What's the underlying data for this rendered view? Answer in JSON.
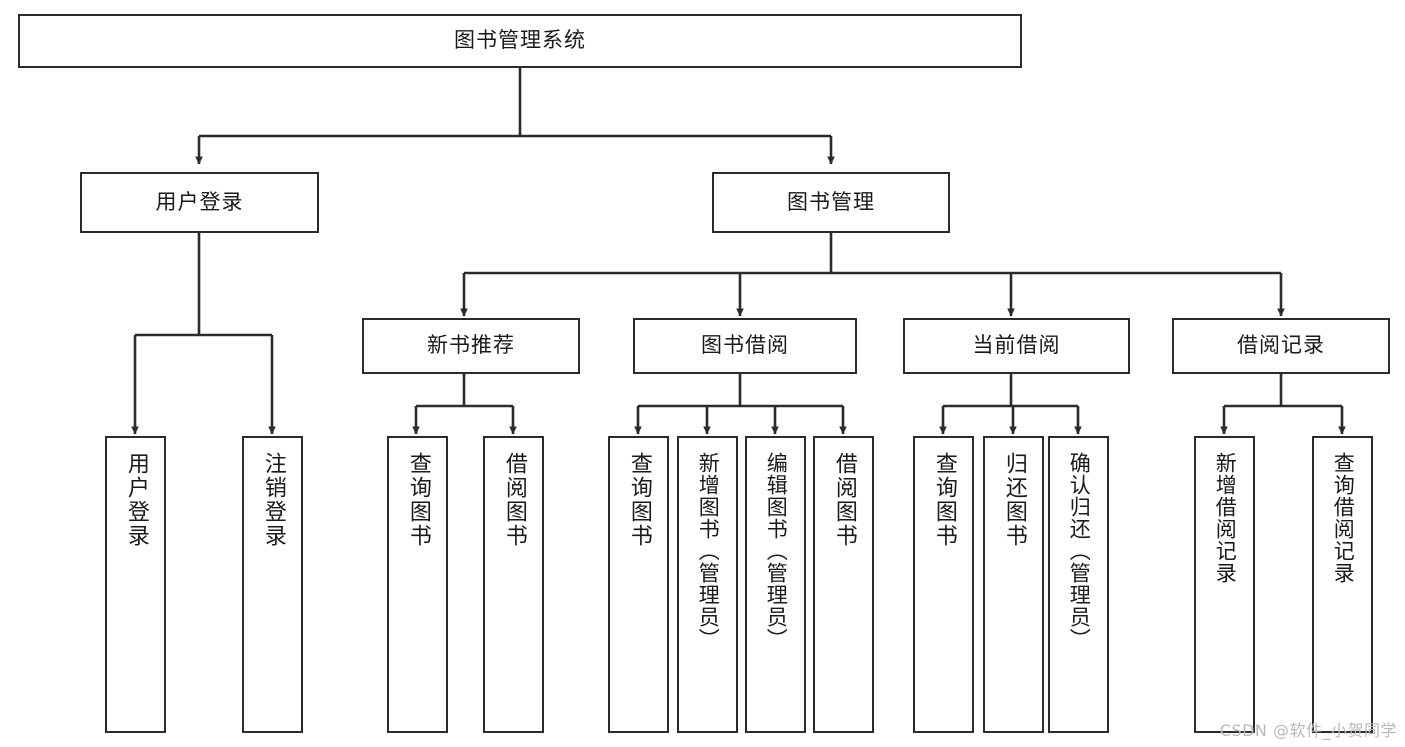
{
  "diagram": {
    "title": "图书管理系统",
    "type": "tree",
    "root": {
      "id": "root",
      "label": "图书管理系统"
    },
    "level1": [
      {
        "id": "user-login",
        "label": "用户登录"
      },
      {
        "id": "book-manage",
        "label": "图书管理"
      }
    ],
    "level2": [
      {
        "id": "new-book-rec",
        "label": "新书推荐",
        "parent": "book-manage"
      },
      {
        "id": "book-borrow",
        "label": "图书借阅",
        "parent": "book-manage"
      },
      {
        "id": "current-borrow",
        "label": "当前借阅",
        "parent": "book-manage"
      },
      {
        "id": "borrow-record",
        "label": "借阅记录",
        "parent": "book-manage"
      }
    ],
    "leaves": [
      {
        "id": "leaf-user-login",
        "label": "用户登录",
        "parent": "user-login"
      },
      {
        "id": "leaf-logout",
        "label": "注销登录",
        "parent": "user-login"
      },
      {
        "id": "leaf-query-book-1",
        "label": "查询图书",
        "parent": "new-book-rec"
      },
      {
        "id": "leaf-borrow-book-1",
        "label": "借阅图书",
        "parent": "new-book-rec"
      },
      {
        "id": "leaf-query-book-2",
        "label": "查询图书",
        "parent": "book-borrow"
      },
      {
        "id": "leaf-add-book",
        "label": "新增图书（管理员）",
        "parent": "book-borrow"
      },
      {
        "id": "leaf-edit-book",
        "label": "编辑图书（管理员）",
        "parent": "book-borrow"
      },
      {
        "id": "leaf-borrow-book-2",
        "label": "借阅图书",
        "parent": "book-borrow"
      },
      {
        "id": "leaf-query-book-3",
        "label": "查询图书",
        "parent": "current-borrow"
      },
      {
        "id": "leaf-return-book",
        "label": "归还图书",
        "parent": "current-borrow"
      },
      {
        "id": "leaf-confirm-return",
        "label": "确认归还（管理员）",
        "parent": "current-borrow"
      },
      {
        "id": "leaf-add-record",
        "label": "新增借阅记录",
        "parent": "borrow-record"
      },
      {
        "id": "leaf-query-record",
        "label": "查询借阅记录",
        "parent": "borrow-record"
      }
    ],
    "colors": {
      "stroke": "#2b2b2b",
      "fill": "#ffffff",
      "text": "#1a1a1a",
      "watermark": "#b9b9b9"
    }
  },
  "watermark": {
    "text": "CSDN @软件_小贺同学"
  }
}
